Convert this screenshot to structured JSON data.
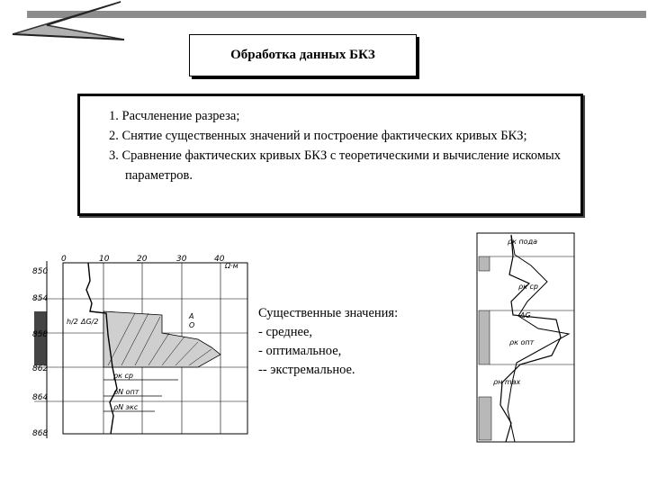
{
  "slide": {
    "title": "Обработка данных БКЗ",
    "steps": [
      "1. Расчленение разреза;",
      "2. Снятие существенных значений и построение фактических кривых БКЗ;",
      "3. Сравнение фактических кривых БКЗ с теоретическими и вычисление искомых параметров."
    ],
    "values_heading": "Существенные значения:",
    "values_items": [
      "- среднее,",
      "- оптимальное,",
      "-- экстремальное."
    ]
  },
  "figure1": {
    "depth_labels": [
      "850",
      "854",
      "858",
      "862",
      "864",
      "868"
    ],
    "x_ticks": [
      "0",
      "10",
      "20",
      "30",
      "40"
    ],
    "x_unit": "Ω·м",
    "annotations": [
      "h/2",
      "ΔG/2",
      "A",
      "O",
      "ρк ср",
      "ρN опт",
      "ρN экс"
    ]
  },
  "figure2": {
    "annotations": [
      "ρк пода",
      "ρк ср",
      "ΔG",
      "ρк опт",
      "ρн max"
    ]
  },
  "colors": {
    "top_bar": "#8c8c8c",
    "accent": "#000000"
  }
}
